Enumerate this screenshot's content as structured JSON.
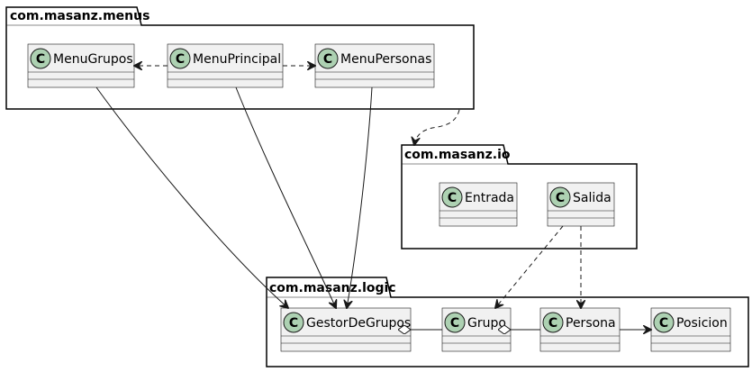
{
  "packages": {
    "menus": {
      "title": "com.masanz.menus"
    },
    "io": {
      "title": "com.masanz.io"
    },
    "logic": {
      "title": "com.masanz.logic"
    }
  },
  "class_icon_letter": "C",
  "classes": {
    "menu_grupos": {
      "name": "MenuGrupos"
    },
    "menu_principal": {
      "name": "MenuPrincipal"
    },
    "menu_personas": {
      "name": "MenuPersonas"
    },
    "entrada": {
      "name": "Entrada"
    },
    "salida": {
      "name": "Salida"
    },
    "gestor_de_grupos": {
      "name": "GestorDeGrupos"
    },
    "grupo": {
      "name": "Grupo"
    },
    "persona": {
      "name": "Persona"
    },
    "posicion": {
      "name": "Posicion"
    }
  },
  "colors": {
    "class_background": "#f1f1f1",
    "class_icon": "#add1b2",
    "line": "#181818"
  }
}
